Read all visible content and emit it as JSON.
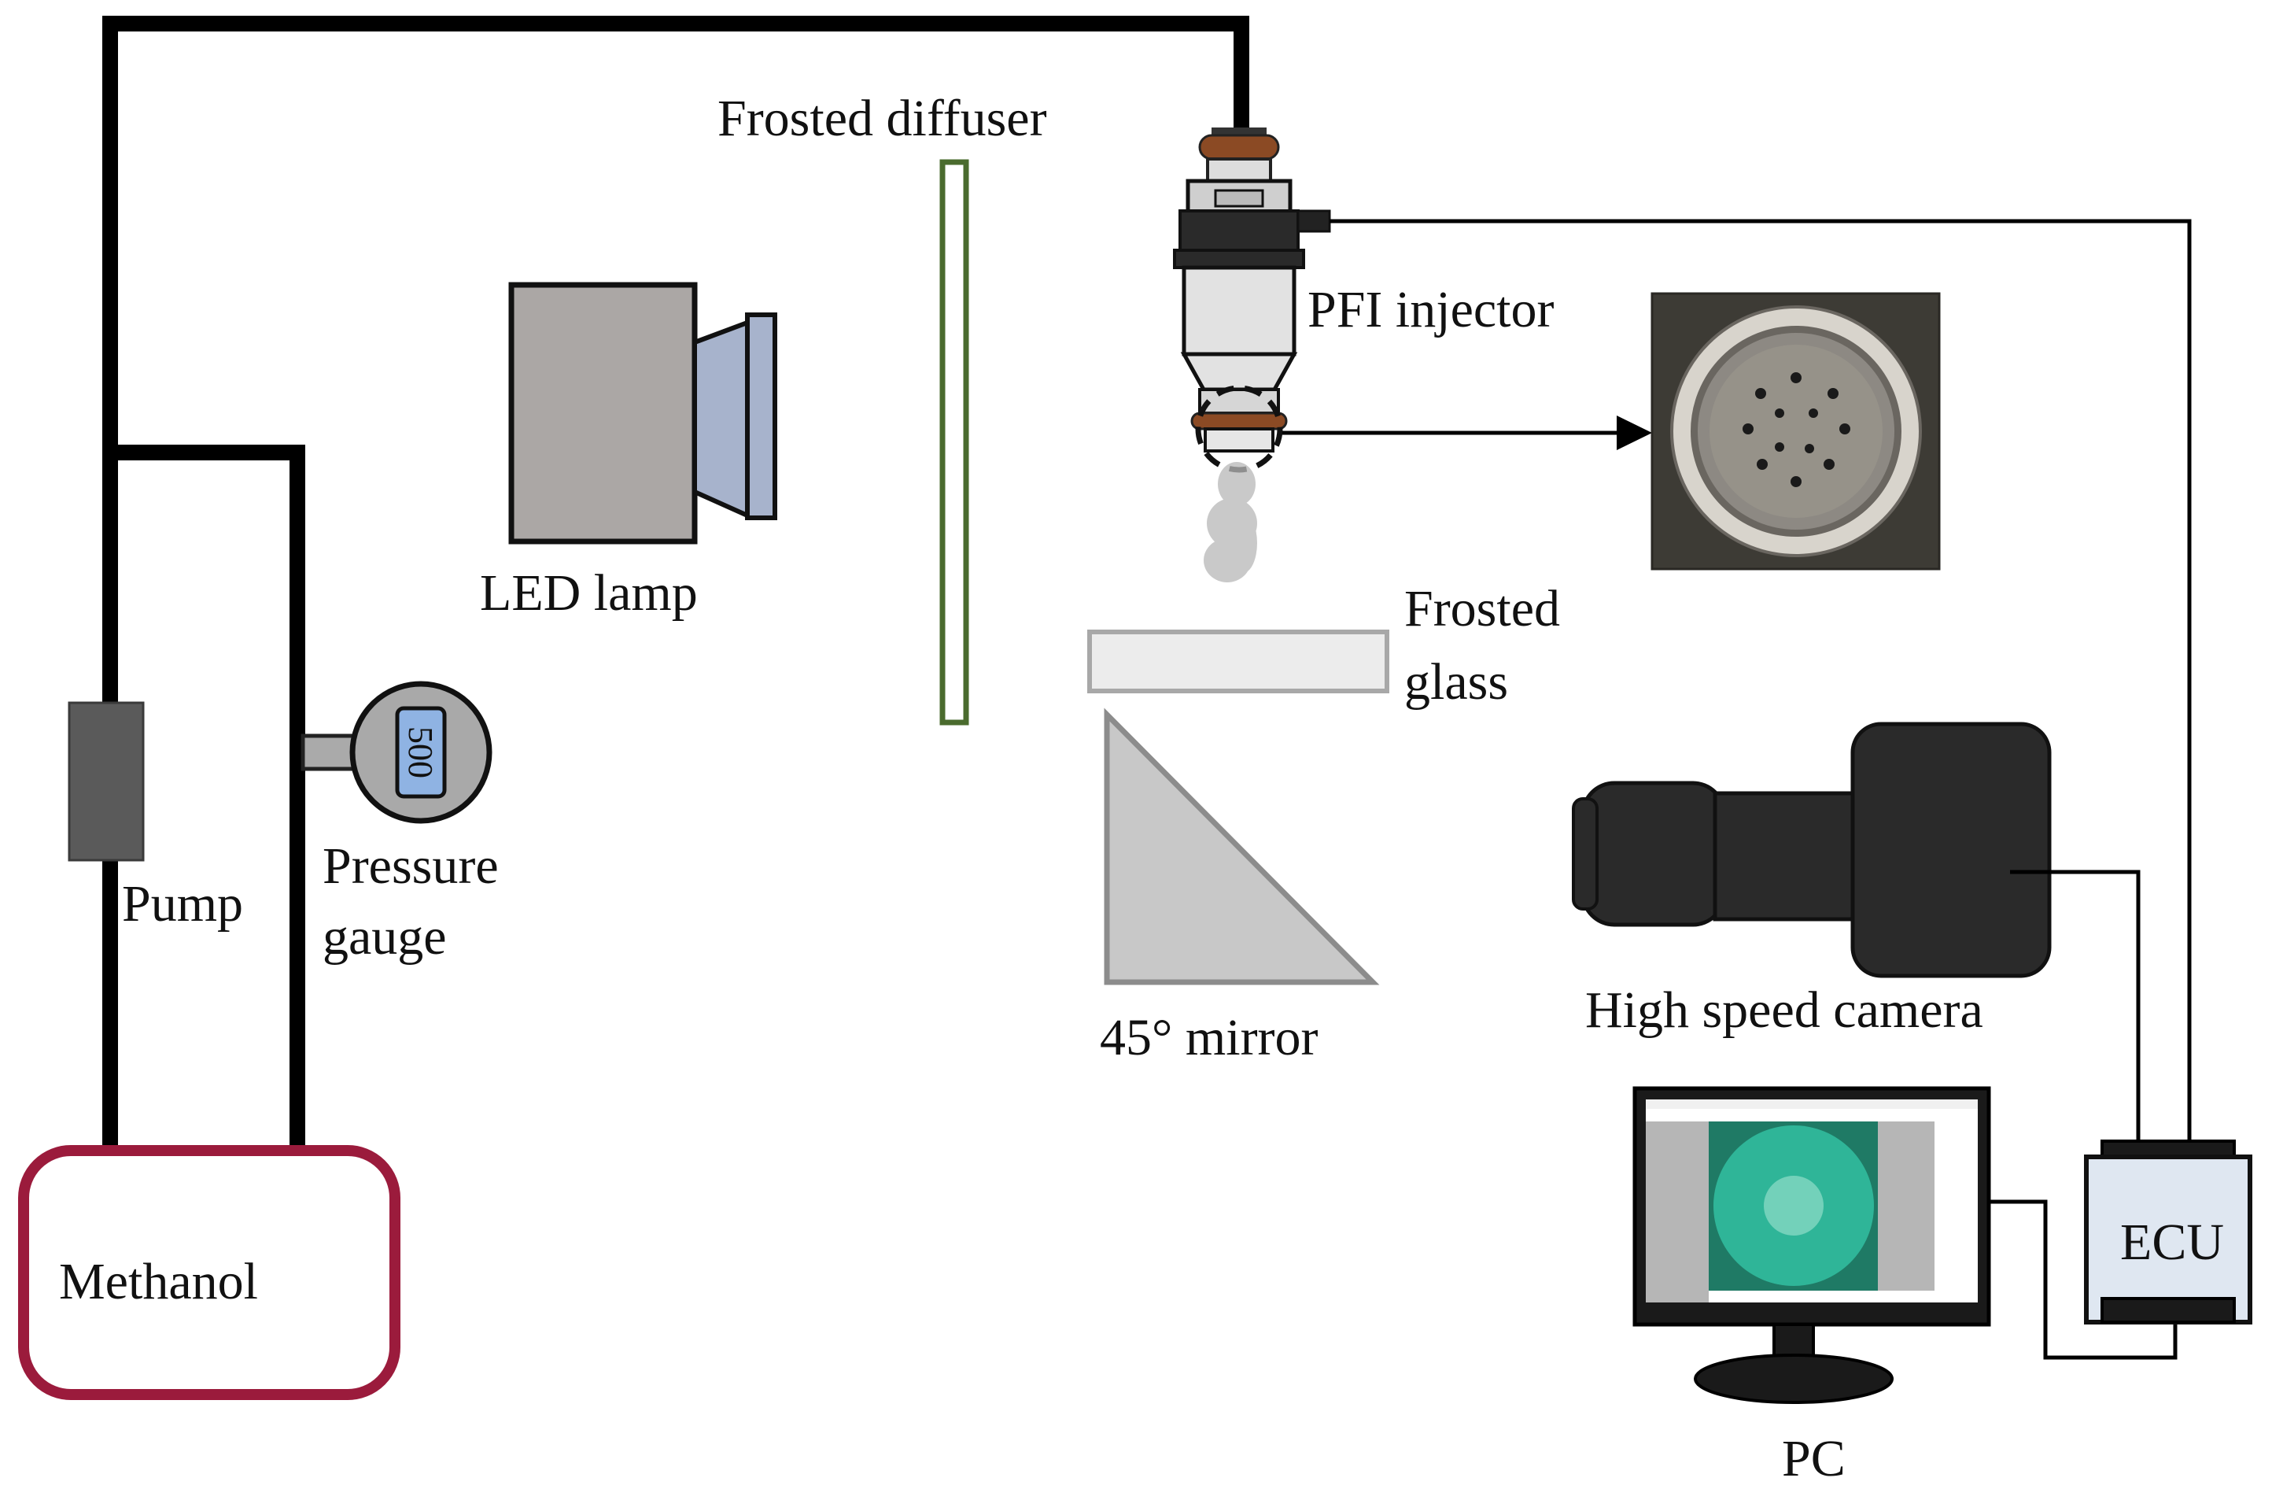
{
  "labels": {
    "frosted_diffuser": "Frosted diffuser",
    "pfi_injector": "PFI injector",
    "led_lamp": "LED lamp",
    "frosted_glass_line1": "Frosted",
    "frosted_glass_line2": "glass",
    "pump": "Pump",
    "pressure_gauge_line1": "Pressure",
    "pressure_gauge_line2": "gauge",
    "high_speed_camera": "High speed camera",
    "mirror": "45° mirror",
    "methanol": "Methanol",
    "ecu": "ECU",
    "pc": "PC"
  },
  "gauge_reading": "500",
  "colors": {
    "pipe": "#000000",
    "methanol_tank_border": "#9b1b3c",
    "diffuser_border": "#4a6b2e",
    "lamp_body": "#aba7a5",
    "lamp_lens": "#a7b3cc",
    "gauge_display": "#8fb3e3",
    "screen_spray": "#2fb598",
    "mirror_fill": "#c8c8c8",
    "frosted_glass_fill": "#ececec"
  }
}
